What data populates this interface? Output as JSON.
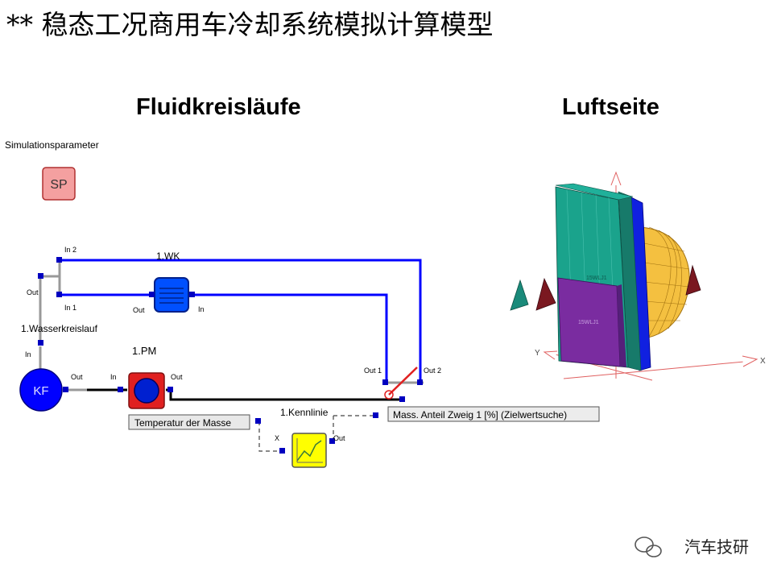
{
  "slide_title": "** 稳态工况商用车冷却系统模拟计算模型",
  "headings": {
    "left": "Fluidkreisläufe",
    "right": "Luftseite"
  },
  "diagram": {
    "sim_params_label": "Simulationsparameter",
    "sp_block": "SP",
    "kf_block": "KF",
    "wk_label": "1.WK",
    "pm_label": "1.PM",
    "circuit_label": "1.Wasserkreislauf",
    "kennlinie_label": "1.Kennlinie",
    "temp_label": "Temperatur der Masse",
    "mass_label": "Mass. Anteil Zweig 1 [%] (Zielwertsuche)",
    "ports": {
      "in2": "In 2",
      "in1": "In 1",
      "out_split": "Out",
      "wk_out": "Out",
      "wk_in": "In",
      "in_circuit": "In",
      "kf_out": "Out",
      "pm_in": "In",
      "pm_out": "Out",
      "out1": "Out 1",
      "out2": "Out 2",
      "kl_x": "X",
      "kl_out": "Out"
    }
  },
  "airside": {
    "axis_x": "X",
    "axis_y": "Y",
    "face_label_1": "15WLJ1",
    "face_label_2": "15WLJ1"
  },
  "watermark": "汽车技研",
  "colors": {
    "wire_blue": "#0000ff",
    "sp_fill": "#f4a0a0",
    "pm_fill": "#e02020",
    "kennlinie_fill": "#ffff00",
    "radiator_teal": "#1aa38c",
    "radiator_purple": "#7a2ca0",
    "fan_yellow": "#f4c040"
  }
}
